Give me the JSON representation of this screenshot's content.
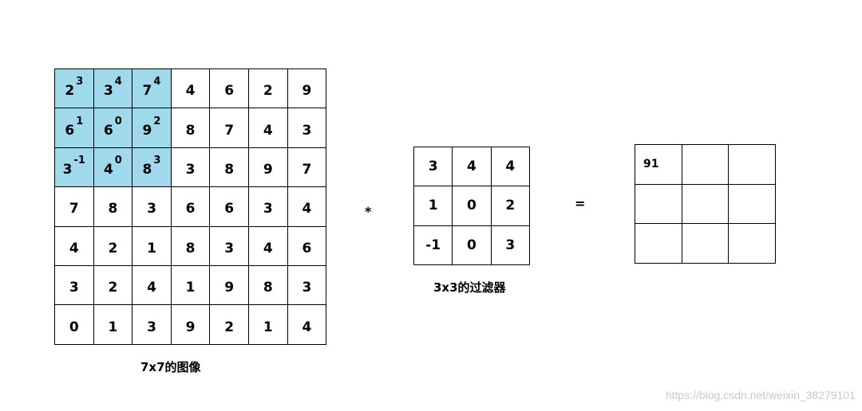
{
  "colors": {
    "highlight": "#a0d8ec",
    "border": "#000000",
    "watermark": "#c8c8c8"
  },
  "image": {
    "caption": "7x7的图像",
    "rows": [
      [
        {
          "v": "2",
          "s": "3"
        },
        {
          "v": "3",
          "s": "4"
        },
        {
          "v": "7",
          "s": "4"
        },
        {
          "v": "4"
        },
        {
          "v": "6"
        },
        {
          "v": "2"
        },
        {
          "v": "9"
        }
      ],
      [
        {
          "v": "6",
          "s": "1"
        },
        {
          "v": "6",
          "s": "0"
        },
        {
          "v": "9",
          "s": "2"
        },
        {
          "v": "8"
        },
        {
          "v": "7"
        },
        {
          "v": "4"
        },
        {
          "v": "3"
        }
      ],
      [
        {
          "v": "3",
          "s": "-1"
        },
        {
          "v": "4",
          "s": "0"
        },
        {
          "v": "8",
          "s": "3"
        },
        {
          "v": "3"
        },
        {
          "v": "8"
        },
        {
          "v": "9"
        },
        {
          "v": "7"
        }
      ],
      [
        {
          "v": "7"
        },
        {
          "v": "8"
        },
        {
          "v": "3"
        },
        {
          "v": "6"
        },
        {
          "v": "6"
        },
        {
          "v": "3"
        },
        {
          "v": "4"
        }
      ],
      [
        {
          "v": "4"
        },
        {
          "v": "2"
        },
        {
          "v": "1"
        },
        {
          "v": "8"
        },
        {
          "v": "3"
        },
        {
          "v": "4"
        },
        {
          "v": "6"
        }
      ],
      [
        {
          "v": "3"
        },
        {
          "v": "2"
        },
        {
          "v": "4"
        },
        {
          "v": "1"
        },
        {
          "v": "9"
        },
        {
          "v": "8"
        },
        {
          "v": "3"
        }
      ],
      [
        {
          "v": "0"
        },
        {
          "v": "1"
        },
        {
          "v": "3"
        },
        {
          "v": "9"
        },
        {
          "v": "2"
        },
        {
          "v": "1"
        },
        {
          "v": "4"
        }
      ]
    ],
    "highlight_rows": 3,
    "highlight_cols": 3
  },
  "operators": {
    "multiply": "*",
    "equals": "="
  },
  "filter": {
    "caption": "3x3的过滤器",
    "rows": [
      [
        "3",
        "4",
        "4"
      ],
      [
        "1",
        "0",
        "2"
      ],
      [
        "-1",
        "0",
        "3"
      ]
    ]
  },
  "result": {
    "rows": [
      [
        "91",
        "",
        ""
      ],
      [
        "",
        "",
        ""
      ],
      [
        "",
        "",
        ""
      ]
    ]
  },
  "watermark": "https://blog.csdn.net/weixin_38279101"
}
